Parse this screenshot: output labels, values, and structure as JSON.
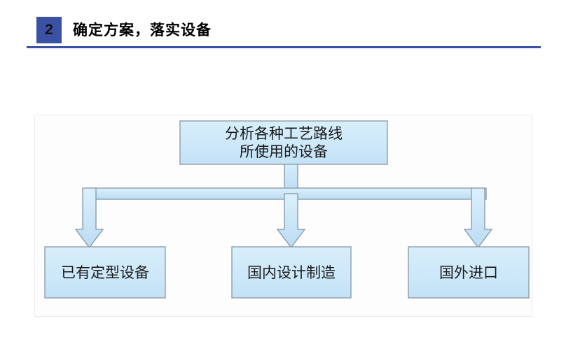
{
  "slide": {
    "section_number": "2",
    "section_title": "确定方案，落实设备",
    "accent_color": "#3b52a4",
    "background_color": "#ffffff"
  },
  "diagram": {
    "type": "flowchart",
    "orientation": "top-down",
    "box_fill_color": "#cde8f9",
    "box_border_color": "#8f9eaa",
    "connector_fill_color": "#cbe6f8",
    "connector_border_color": "#8497a6",
    "root": {
      "id": "root-node",
      "lines": [
        "分析各种工艺路线",
        "所使用的设备"
      ]
    },
    "children": [
      {
        "id": "child-node-1",
        "label": "已有定型设备"
      },
      {
        "id": "child-node-2",
        "label": "国内设计制造"
      },
      {
        "id": "child-node-3",
        "label": "国外进口"
      }
    ],
    "connectors": [
      {
        "id": "trunk-down",
        "shape": "vertical-bar"
      },
      {
        "id": "distribution-bus",
        "shape": "horizontal-bar"
      },
      {
        "id": "branch-arrow-left",
        "shape": "down-block-arrow"
      },
      {
        "id": "branch-arrow-center",
        "shape": "down-block-arrow"
      },
      {
        "id": "branch-arrow-right",
        "shape": "down-block-arrow"
      }
    ]
  }
}
